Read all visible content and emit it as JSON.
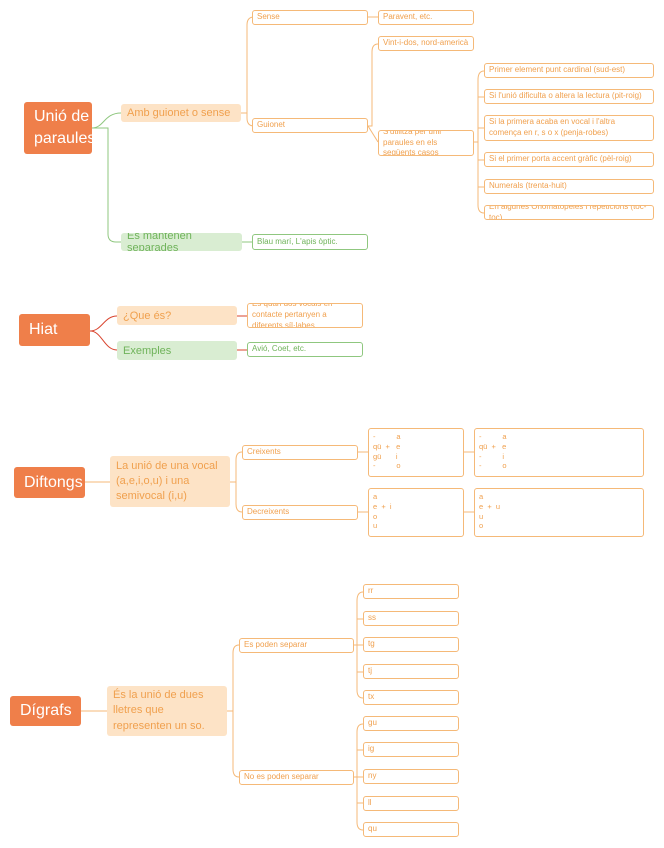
{
  "colors": {
    "orange": "#ef7f4a",
    "orange_light": "#fde3c6",
    "orange_text": "#f0a04e",
    "green": "#6fb35a",
    "green_light": "#d9edd2",
    "red": "#d9442e"
  },
  "unio": {
    "title": "Unió de paraules",
    "amb_guionet": "Amb guionet o sense",
    "sense": "Sense",
    "sense_ex": "Paravent, etc.",
    "guionet": "Guionet",
    "vint": "Vint-i-dos, nord-americà",
    "s_utilitza": "S'utilitza per unir paraules en els següents casos",
    "casos": [
      "Primer element punt cardinal (sud-est)",
      "Si l'unió dificulta o altera la lectura (pit-roig)",
      "Si la primera acaba en vocal i l'altra comença en r, s o x (penja-robes)",
      "Si el primer porta accent gràfic (pèl-roig)",
      "Numerals (trenta-huit)",
      "En algunes Onomatopeies i repeticions (toc-toc)"
    ],
    "separades": "Es mantenen separades",
    "separades_ex": "Blau marí, L'apis òptic."
  },
  "hiat": {
    "title": "Hiat",
    "que_es": "¿Que és?",
    "definicio": "És quan dos vocals en contacte pertanyen a diferents síl·labes",
    "exemples": "Exemples",
    "exemples_ex": "Avió, Coet, etc."
  },
  "diftongs": {
    "title": "Diftongs",
    "definicio": "La unió de una vocal (a,e,i,o,u) i una semivocal (i,u)",
    "creixents": "Creixents",
    "creixents_a": "-          a\nqü  +   e\ngü       i\n-          o",
    "creixents_b": "-          a\nqü  +   e\n-          i\n-          o",
    "decreixents": "Decreixents",
    "decreixents_a": "a\ne  +  i\no\nu",
    "decreixents_b": "a\ne  +  u\nu\no"
  },
  "digrafs": {
    "title": "Dígrafs",
    "definicio": "És la unió de dues lletres que representen  un  so.",
    "separar": "Es poden separar",
    "separar_items": [
      "rr",
      "ss",
      "tg",
      "tj",
      "tx"
    ],
    "no_separar": "No es poden separar",
    "no_separar_items": [
      "gu",
      "ig",
      "ny",
      "ll",
      "qu"
    ]
  }
}
